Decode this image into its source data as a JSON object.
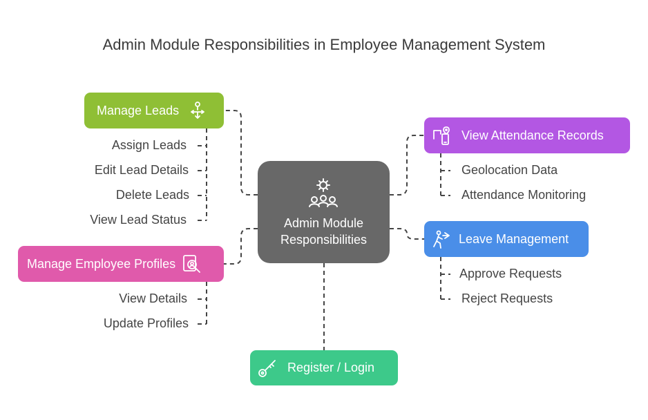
{
  "title": "Admin Module Responsibilities in Employee Management System",
  "center": {
    "label_line1": "Admin Module",
    "label_line2": "Responsibilities",
    "icon": "gear-with-people-icon"
  },
  "nodes": {
    "manage_leads": {
      "label": "Manage Leads",
      "color": "#8fbf35",
      "icon": "hierarchy-arrows-icon",
      "items": [
        "Assign Leads",
        "Edit Lead Details",
        "Delete Leads",
        "View Lead Status"
      ]
    },
    "manage_profiles": {
      "label": "Manage Employee Profiles",
      "color": "#e05aab",
      "icon": "profile-search-icon",
      "items": [
        "View Details",
        "Update Profiles"
      ]
    },
    "attendance": {
      "label": "View Attendance Records",
      "color": "#b357e3",
      "icon": "location-phone-icon",
      "items": [
        "Geolocation Data",
        "Attendance Monitoring"
      ]
    },
    "leave": {
      "label": "Leave Management",
      "color": "#4a8ee8",
      "icon": "person-leaving-icon",
      "items": [
        "Approve Requests",
        "Reject Requests"
      ]
    },
    "register": {
      "label": "Register / Login",
      "color": "#3dc98a",
      "icon": "key-icon"
    }
  }
}
